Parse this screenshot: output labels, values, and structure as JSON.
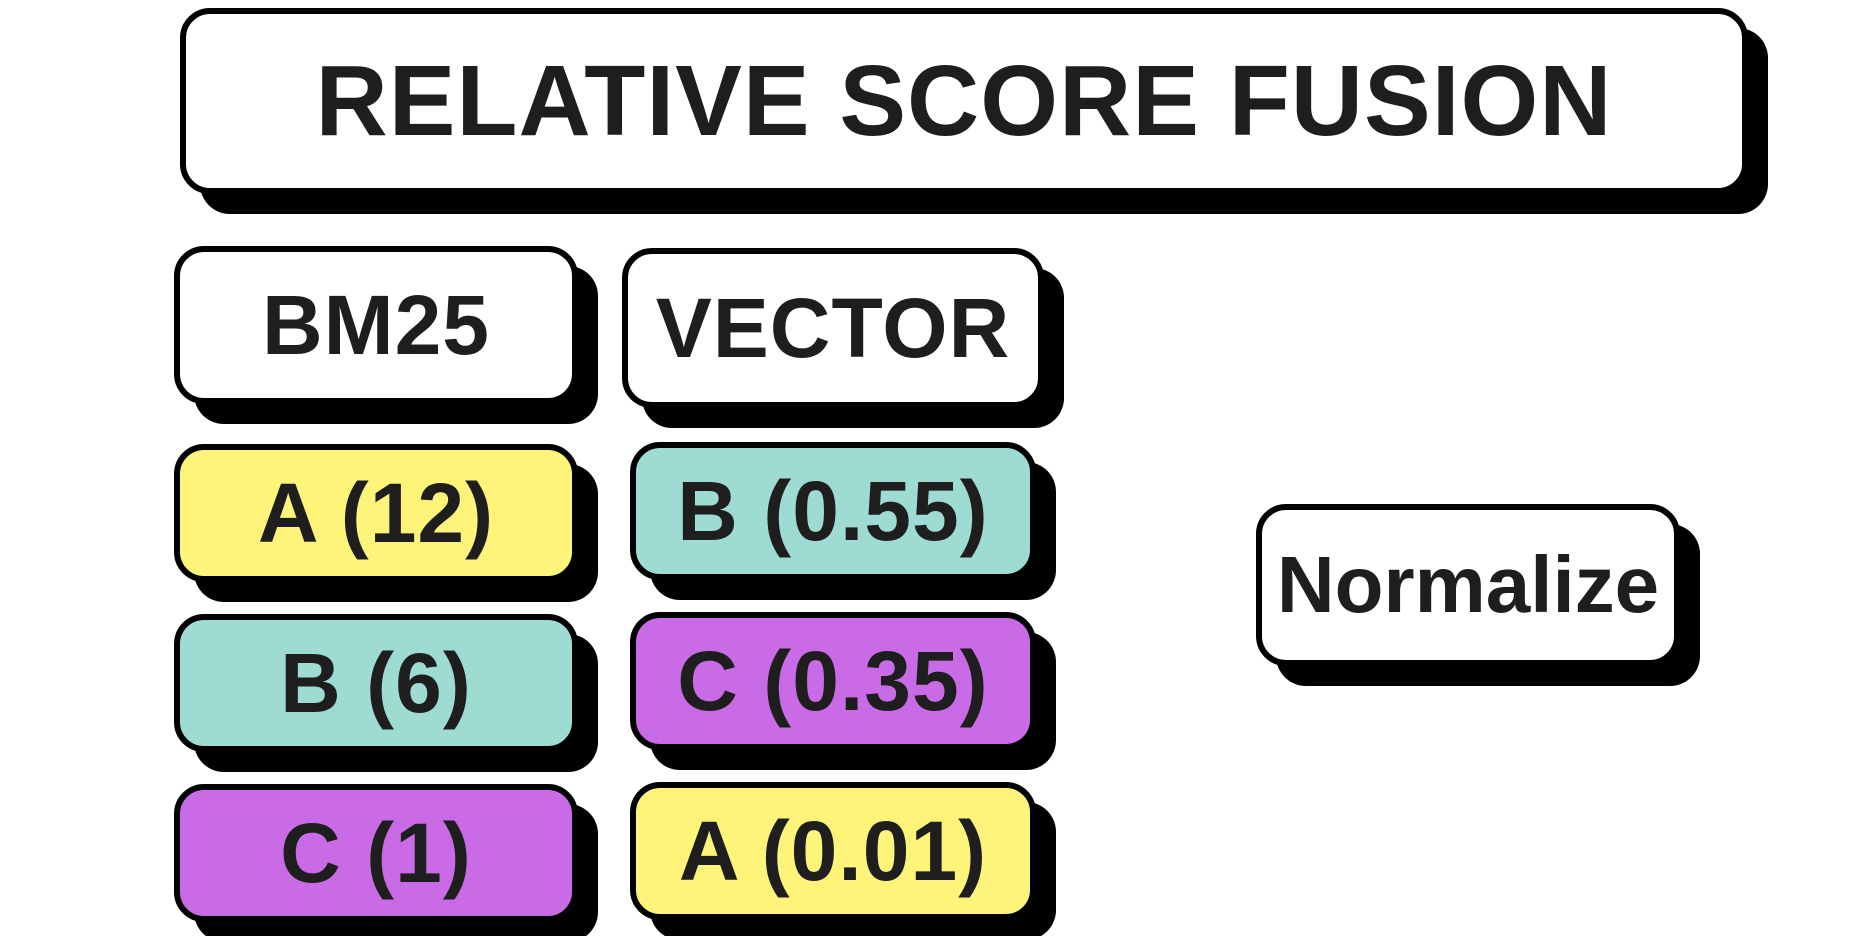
{
  "title": "RELATIVE SCORE FUSION",
  "columns": [
    {
      "header": "BM25",
      "items": [
        {
          "label": "A (12)",
          "color": "#FFF47A"
        },
        {
          "label": "B (6)",
          "color": "#9EDBD3"
        },
        {
          "label": "C (1)",
          "color": "#C96BE6"
        }
      ]
    },
    {
      "header": "VECTOR",
      "items": [
        {
          "label": "B (0.55)",
          "color": "#9EDBD3"
        },
        {
          "label": "C (0.35)",
          "color": "#C96BE6"
        },
        {
          "label": "A (0.01)",
          "color": "#FFF47A"
        }
      ]
    }
  ],
  "action": "Normalize"
}
